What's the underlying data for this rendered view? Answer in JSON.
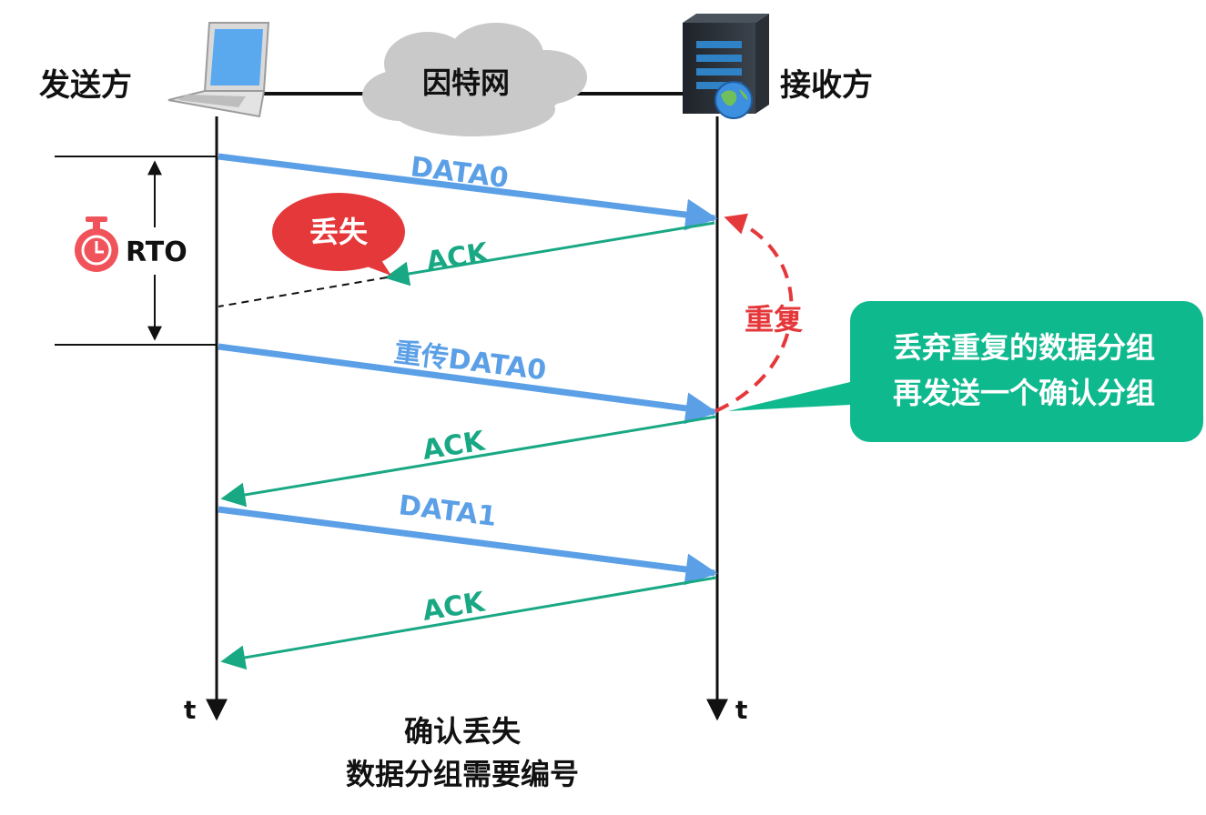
{
  "parties": {
    "sender": "发送方",
    "receiver": "接收方",
    "network": "因特网"
  },
  "timer": {
    "label": "RTO"
  },
  "messages": {
    "data0": "DATA0",
    "ack1": "ACK",
    "retransmit": "重传DATA0",
    "ack2": "ACK",
    "data1": "DATA1",
    "ack3": "ACK"
  },
  "lost_bubble": "丢失",
  "duplicate_label": "重复",
  "callout": {
    "line1": "丢弃重复的数据分组",
    "line2": "再发送一个确认分组"
  },
  "time_axis": {
    "left": "t",
    "right": "t"
  },
  "caption": {
    "line1": "确认丢失",
    "line2": "数据分组需要编号"
  },
  "colors": {
    "data_arrow": "#5b9fe6",
    "ack_arrow": "#19a884",
    "lost_red": "#e5383b",
    "callout_bg": "#0fb98e"
  }
}
